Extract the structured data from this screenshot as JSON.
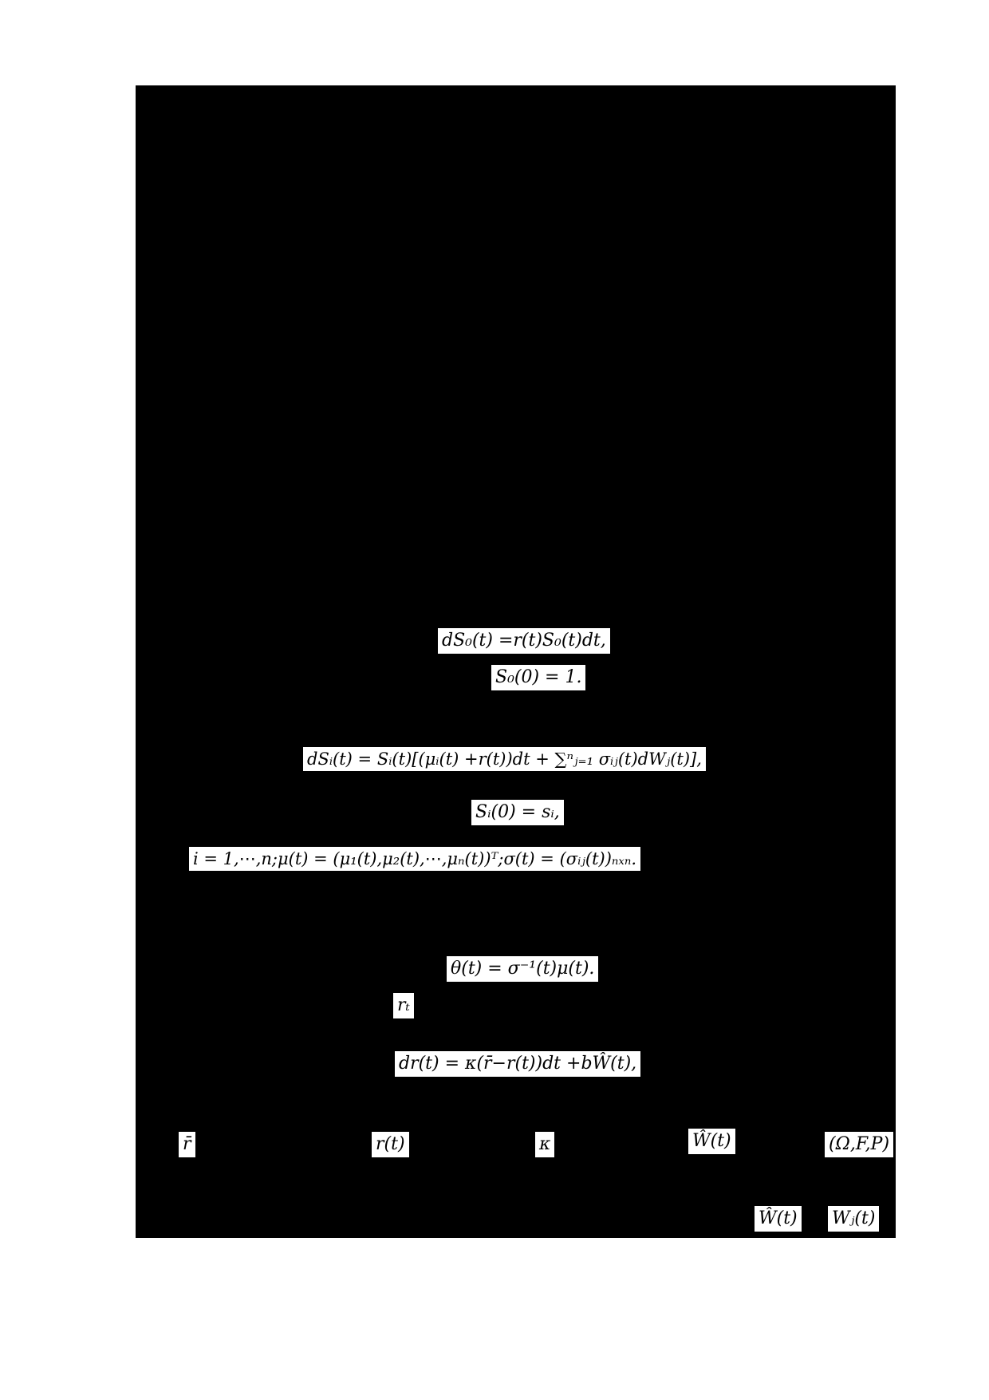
{
  "page": {
    "background_color": "#ffffff",
    "redaction_color": "#000000"
  },
  "equations": {
    "bank_sde": "dS₀(t) =r(t)S₀(t)dt,",
    "bank_initial": "S₀(0) = 1.",
    "stock_sde": "dSᵢ(t) = Sᵢ(t)[(μᵢ(t) +r(t))dt + ∑ⁿⱼ₌₁ σᵢⱼ(t)dWⱼ(t)],",
    "stock_initial": "Sᵢ(0) = sᵢ,",
    "index_defs": "i = 1,⋯,n;μ(t) = (μ₁(t),μ₂(t),⋯,μₙ(t))ᵀ;σ(t) = (σᵢⱼ(t))ₙₓₙ.",
    "market_price_of_risk": "θ(t) = σ⁻¹(t)μ(t).",
    "short_rate_symbol": "rₜ",
    "rate_sde": "dr(t) = κ(r̄−r(t))dt +bŴ(t),"
  },
  "symbols_row": [
    {
      "text": "r̄"
    },
    {
      "text": "r(t)"
    },
    {
      "text": "κ"
    },
    {
      "text": "Ŵ(t)"
    },
    {
      "text": "(Ω,F,P)"
    }
  ],
  "footer_symbols": [
    {
      "text": "Ŵ(t)"
    },
    {
      "text": "Wⱼ(t)"
    }
  ]
}
